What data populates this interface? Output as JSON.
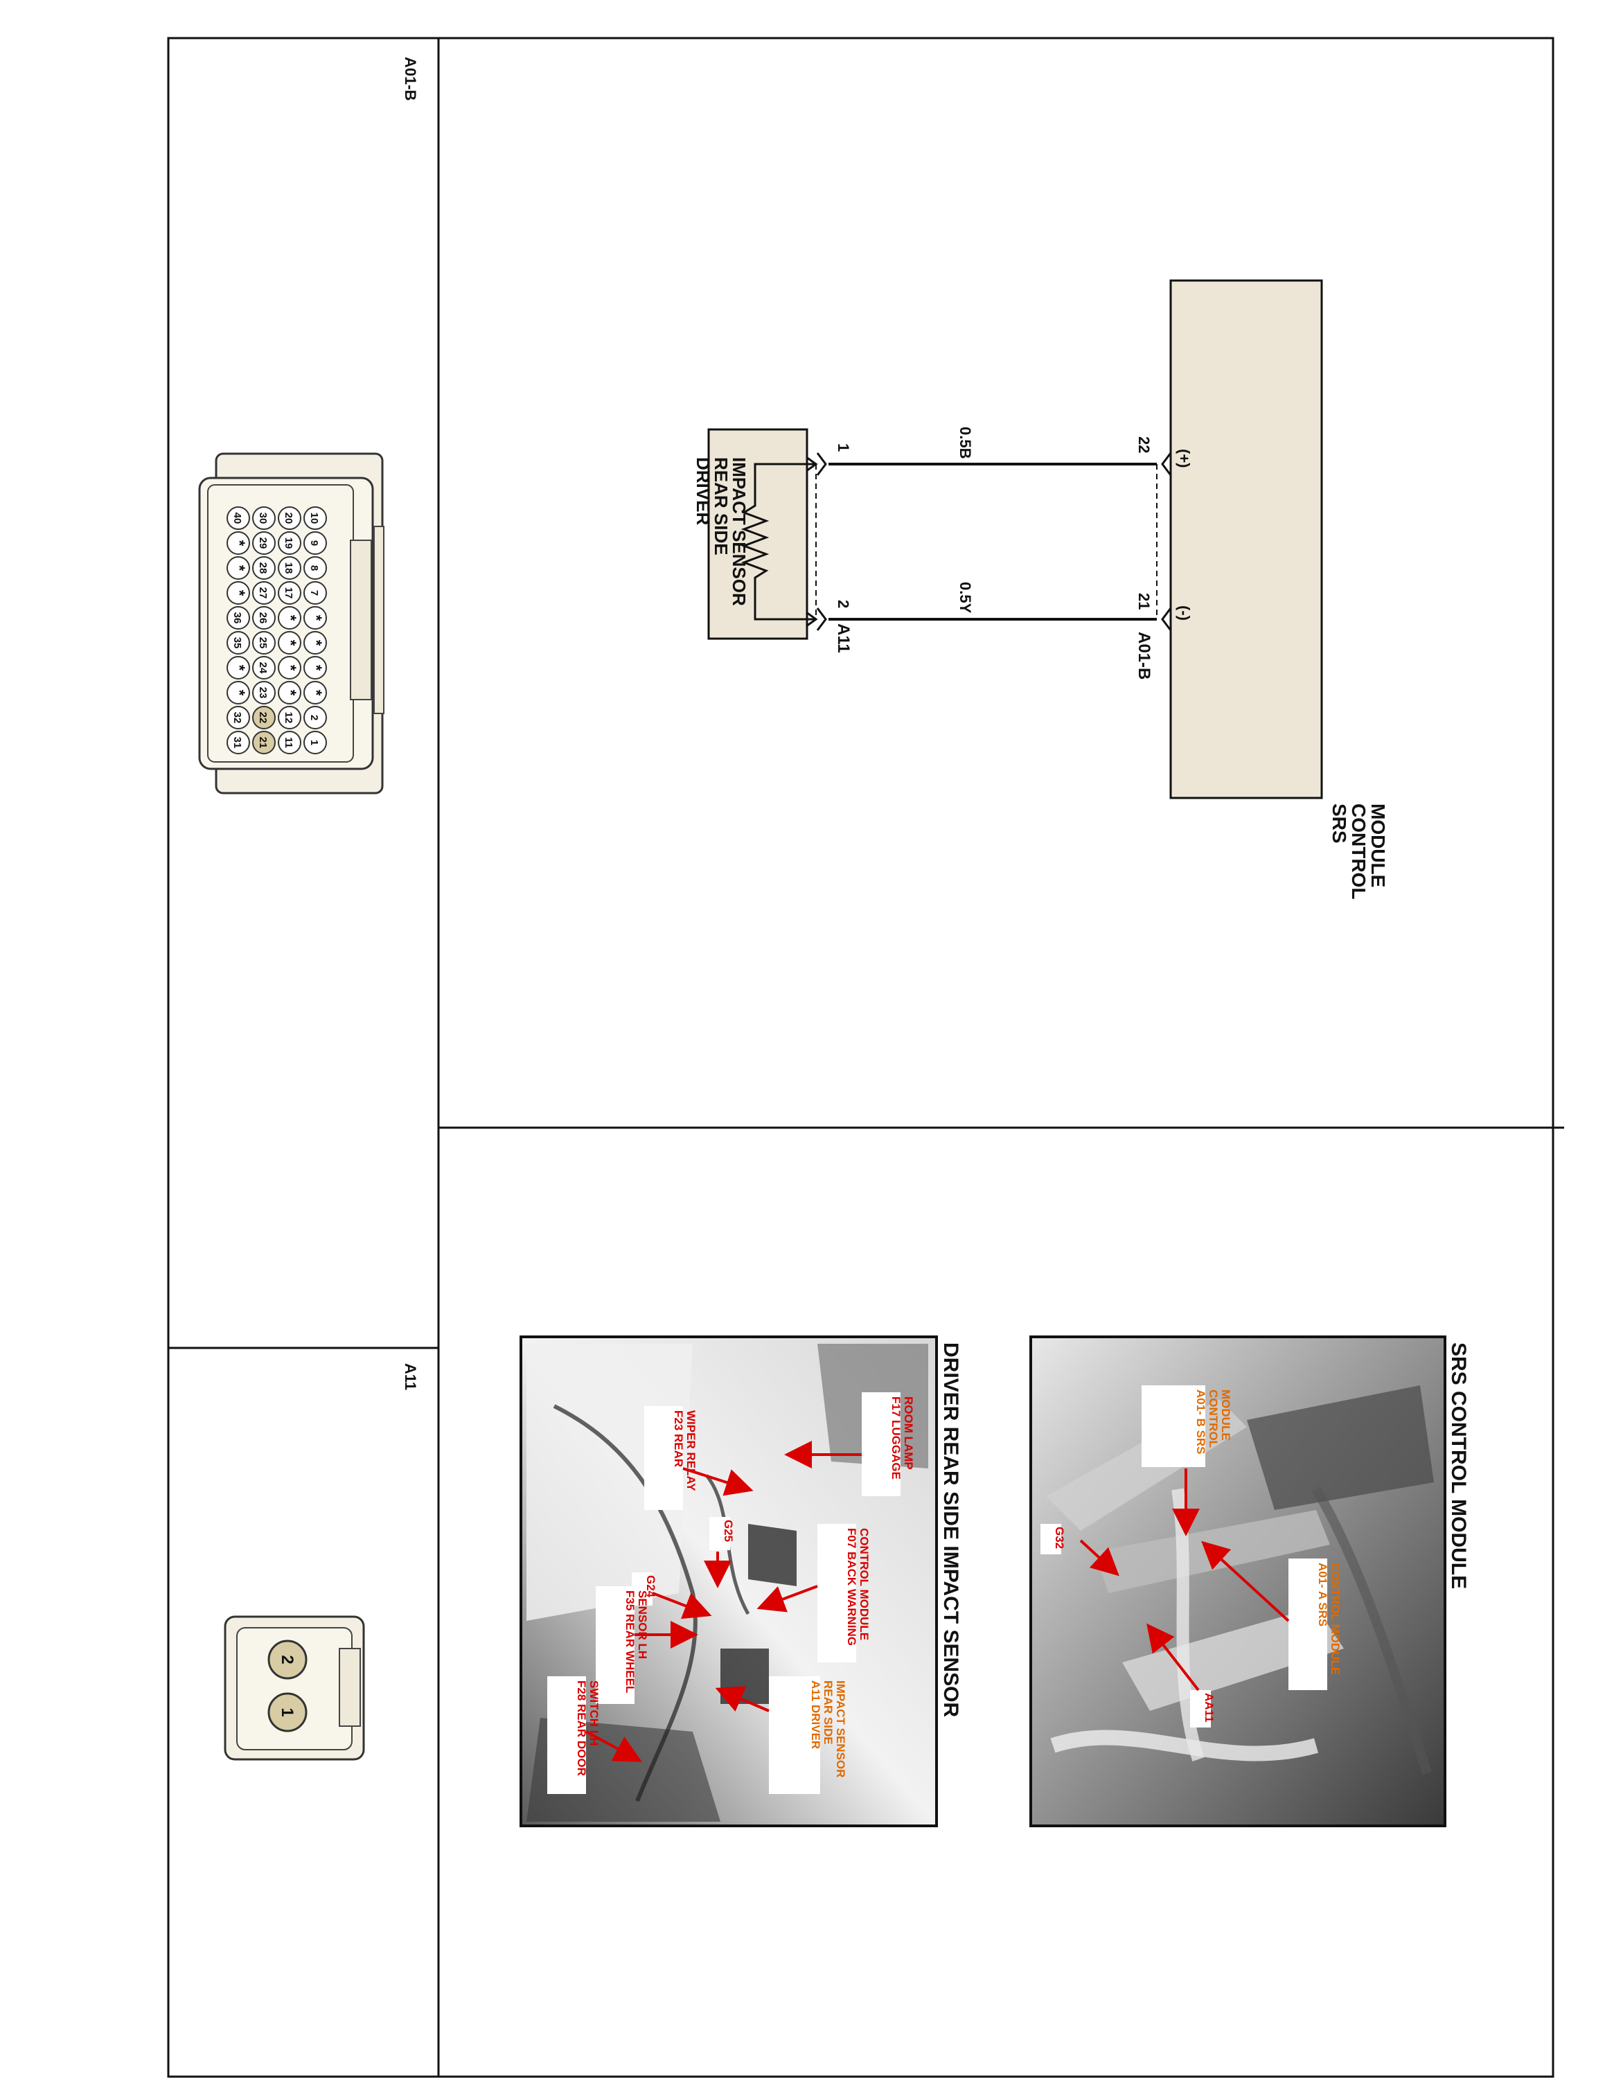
{
  "connector_headers": {
    "a01b": "A01-B",
    "a11": "A11"
  },
  "schematic": {
    "srs_module": [
      "SRS",
      "CONTROL",
      "MODULE"
    ],
    "srs_connector": "A01-B",
    "pin_22": {
      "number": "22",
      "polarity": "(+)"
    },
    "pin_21": {
      "number": "21",
      "polarity": "(-)"
    },
    "wire_1": "0.5B",
    "wire_2": "0.5Y",
    "sensor_connector": "A11",
    "sensor_pin_1": "1",
    "sensor_pin_2": "2",
    "sensor": [
      "DRIVER",
      "REAR SIDE",
      "IMPACT SENSOR"
    ]
  },
  "connector_a01b_pins": {
    "row1": [
      "10",
      "9",
      "8",
      "7",
      "*",
      "*",
      "*",
      "*",
      "2",
      "1"
    ],
    "row2": [
      "20",
      "19",
      "18",
      "17",
      "*",
      "*",
      "*",
      "*",
      "12",
      "11"
    ],
    "row3": [
      "30",
      "29",
      "28",
      "27",
      "26",
      "25",
      "24",
      "23",
      "22",
      "21"
    ],
    "row4": [
      "40",
      "*",
      "*",
      "*",
      "36",
      "35",
      "*",
      "*",
      "32",
      "31"
    ],
    "highlighted": [
      "22",
      "21"
    ]
  },
  "connector_a11_pins": [
    "2",
    "1"
  ],
  "photo_srs": {
    "title": "SRS CONTROL MODULE",
    "callouts": {
      "a01b": [
        "A01- B SRS",
        "CONTROL",
        "MODULE"
      ],
      "a01a": [
        "A01- A SRS",
        "CONTROL MODULE"
      ],
      "g32": "G32",
      "aa11": "AA11"
    }
  },
  "photo_sensor": {
    "title": "DRIVER REAR SIDE IMPACT SENSOR",
    "callouts": {
      "f17": [
        "F17 LUGGAGE",
        "ROOM LAMP"
      ],
      "f23": [
        "F23 REAR",
        "WIPER RELAY"
      ],
      "g25": "G25",
      "f07": [
        "F07 BACK WARNING",
        "CONTROL MODULE"
      ],
      "g24": "G24",
      "f35": [
        "F35 REAR WHEEL",
        "SENSOR LH"
      ],
      "a11": [
        "A11 DRIVER",
        "REAR SIDE",
        "IMPACT SENSOR"
      ],
      "f28": [
        "F28 REAR DOOR",
        "SWITCH LH"
      ]
    }
  }
}
